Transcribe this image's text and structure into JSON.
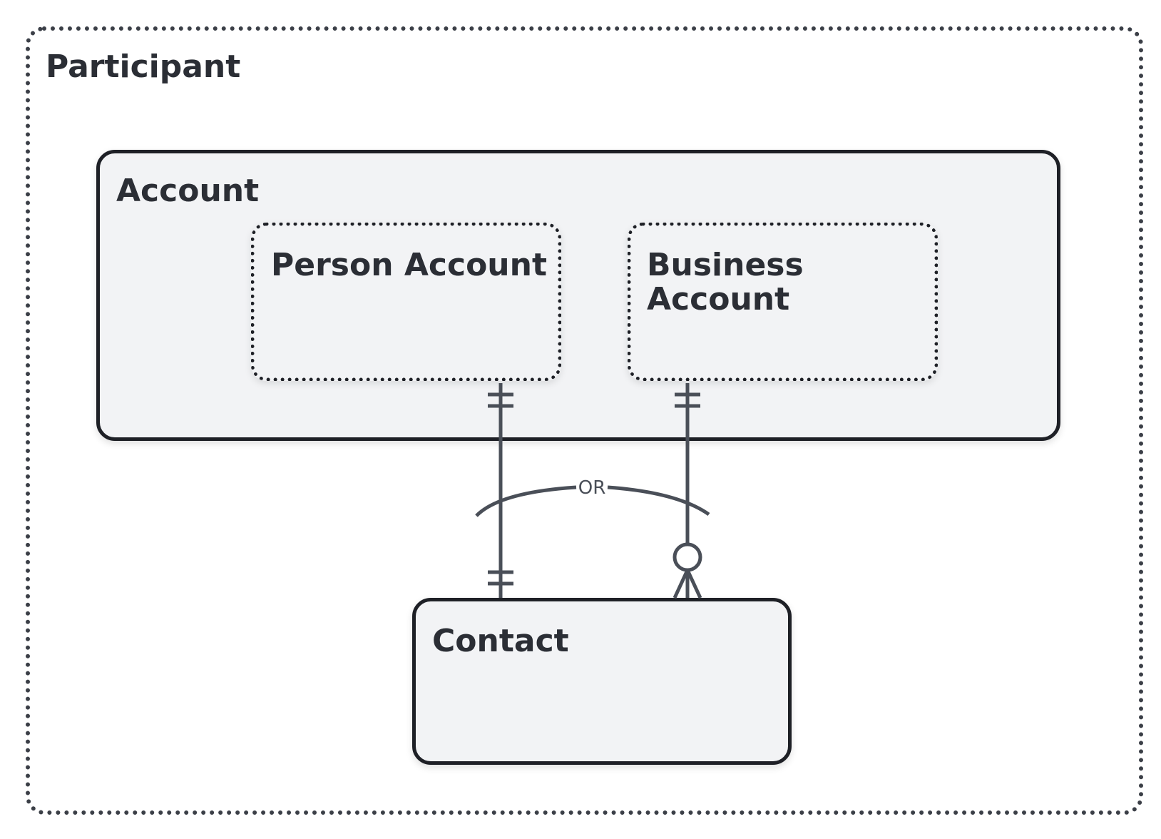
{
  "diagram": {
    "containers": {
      "participant": "Participant",
      "account": "Account"
    },
    "entities": {
      "person_account": "Person Account",
      "business_account": "Business\nAccount",
      "contact": "Contact"
    },
    "relationships": {
      "or_label": "OR",
      "person_to_contact": {
        "from": "one-and-only-one",
        "to": "one-and-only-one"
      },
      "business_to_contact": {
        "from": "one-and-only-one",
        "to": "zero-or-many"
      }
    }
  },
  "colors": {
    "line": "#4a4f58",
    "border": "#1e2026",
    "fill": "#f2f3f5",
    "text": "#2b2e35"
  }
}
